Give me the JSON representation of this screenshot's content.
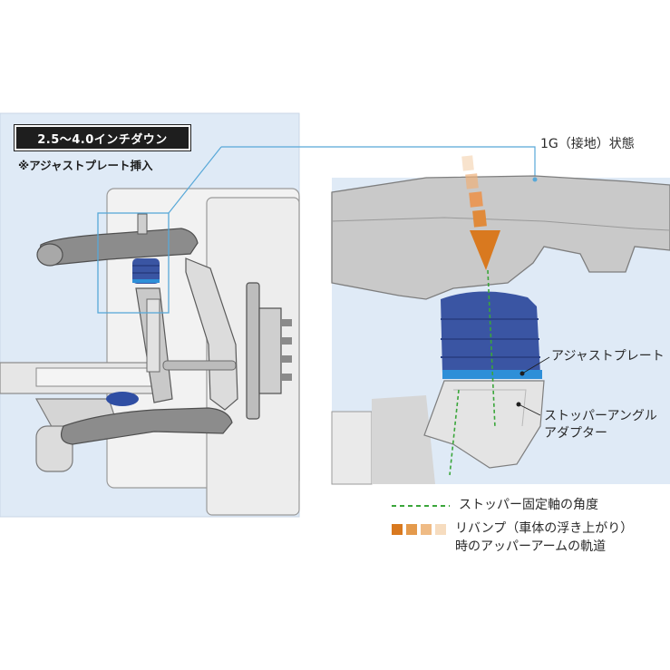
{
  "badge": {
    "text": "2.5〜4.0インチダウン"
  },
  "note": {
    "text": "※アジャストプレート挿入"
  },
  "callouts": {
    "state_1g": "1G（接地）状態",
    "adjust_plate": "アジャストプレート",
    "stopper_adapter_line1": "ストッパーアングル",
    "stopper_adapter_line2": "アダプター"
  },
  "legend": {
    "stopper_axis": "ストッパー固定軸の角度",
    "rebound_line1": "リバンプ（車体の浮き上がり）",
    "rebound_line2": "時のアッパーアームの軌道"
  },
  "colors": {
    "panel_blue": "#dfeaf6",
    "frame_gray": "#c9c9c9",
    "bump_stop_blue": "#3a55a3",
    "adjust_plate_cyan": "#2e8fd8",
    "trajectory_orange": "#d9791f",
    "stopper_axis_green": "#3aa63a"
  }
}
